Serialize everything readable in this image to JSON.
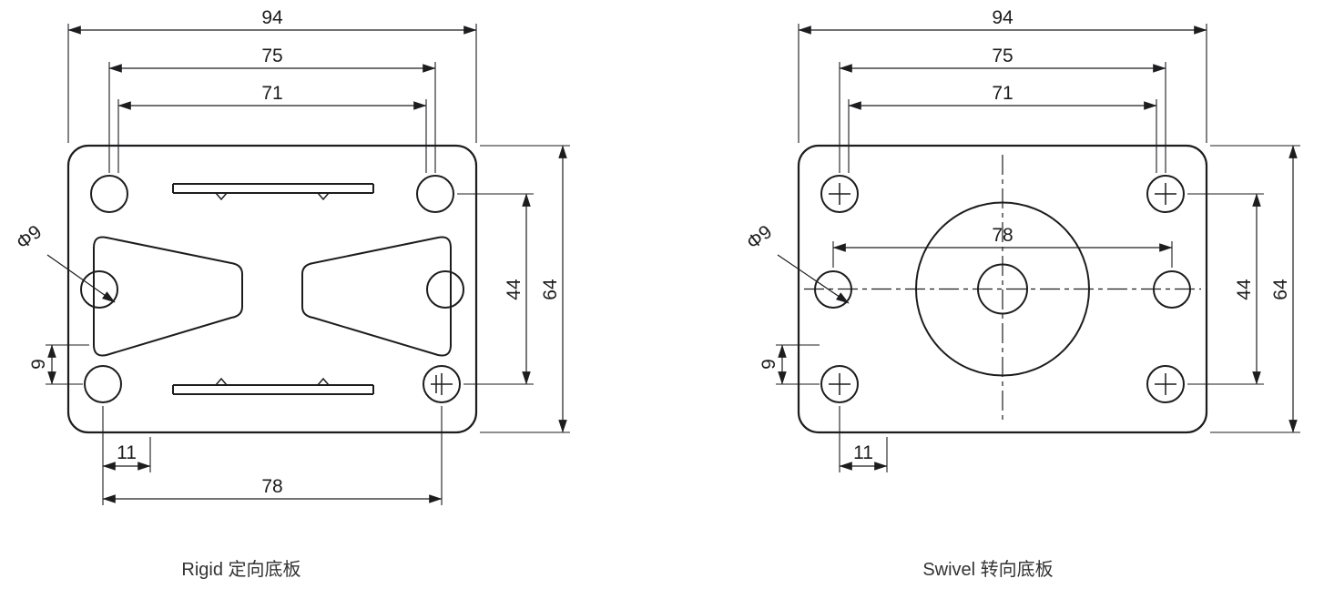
{
  "page": {
    "background": "#ffffff",
    "line_color": "#1d1d1f"
  },
  "rigid": {
    "caption": "Rigid 定向底板",
    "dims": {
      "plate_width": "94",
      "hole_span_outer": "75",
      "hole_span_inner": "71",
      "hole_span_bottom": "78",
      "hole_span_vertical": "44",
      "plate_height": "64",
      "offset_vertical": "9",
      "offset_horizontal": "11",
      "hole_diameter": "Φ9"
    }
  },
  "swivel": {
    "caption": "Swivel 转向底板",
    "dims": {
      "plate_width": "94",
      "hole_span_outer": "75",
      "hole_span_inner": "71",
      "hole_span_center": "78",
      "hole_span_vertical": "44",
      "plate_height": "64",
      "offset_vertical": "9",
      "offset_horizontal": "11",
      "hole_diameter": "Φ9"
    }
  }
}
